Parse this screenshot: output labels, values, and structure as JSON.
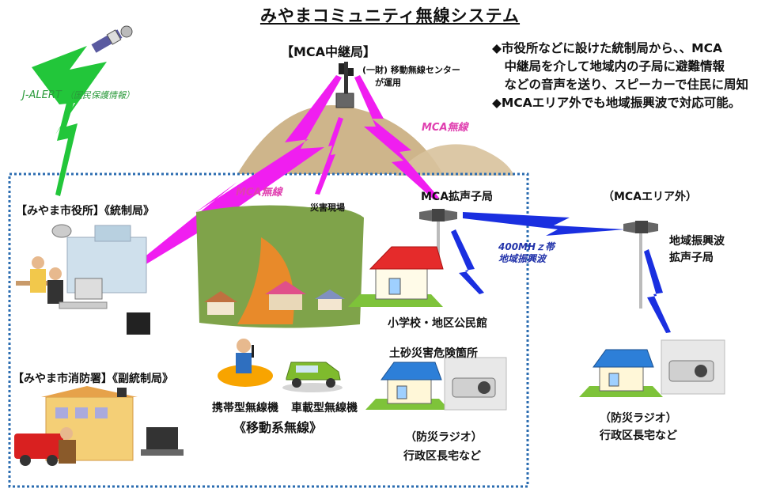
{
  "title": "みやまコミュニティ無線システム",
  "relay_station": {
    "label": "【MCA中継局】",
    "operator_line1": "(一財) 移動無線センター",
    "operator_line2": "が運用"
  },
  "notes": [
    "◆市役所などに設けた統制局から、、MCA",
    "　中継局を介して地域内の子局に避難情報",
    "　などの音声を送り、スピーカーで住民に周知",
    "◆MCAエリア外でも地域振興波で対応可能。"
  ],
  "links": {
    "j_alert": "J-ALERT",
    "j_alert_note": "（国民保護情報）",
    "mca_wireless_left": "MCA無線",
    "mca_wireless_right": "MCA無線",
    "band_line1": "400MHｚ帯",
    "band_line2": "地域振興波"
  },
  "city_hall": {
    "label": "【みやま市役所】《統制局》"
  },
  "fire_station": {
    "label": "【みやま市消防署】《副統制局》"
  },
  "disaster_site": {
    "label": "災害現場"
  },
  "mobile": {
    "handheld": "携帯型無線機",
    "vehicle": "車載型無線機",
    "group": "《移動系無線》"
  },
  "mca_speaker": {
    "label": "MCA拡声子局"
  },
  "school": {
    "label": "小学校・地区公民館"
  },
  "landslide": {
    "label": "土砂災害危険箇所"
  },
  "radio_left": {
    "label": "（防災ラジオ）",
    "sub": "行政区長宅など"
  },
  "outside_area": {
    "label": "（MCAエリア外）"
  },
  "regional_speaker": {
    "line1": "地域振興波",
    "line2": "拡声子局"
  },
  "radio_right": {
    "label": "（防災ラジオ）",
    "sub": "行政区長宅など"
  },
  "colors": {
    "mca_link": "#f01ef0",
    "jalert_link": "#22c63a",
    "band_link": "#1a2fe0",
    "area_border": "#2b6cb0",
    "hill": "#c9ad7e"
  }
}
